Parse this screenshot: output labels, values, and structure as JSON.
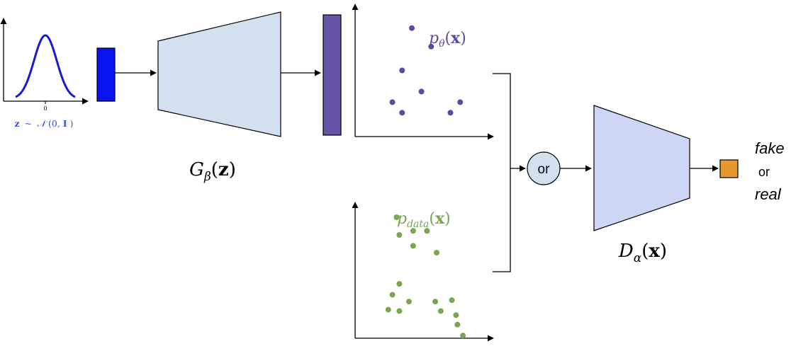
{
  "colors": {
    "noise_curve": "#1a1ad6",
    "latent_block": "#0a14f0",
    "generated_block": "#6652a6",
    "generated_points": "#5e4aa0",
    "real_points": "#7aa552",
    "generator_fill": "#d2e0ef",
    "discriminator_fill": "#cdd7f5",
    "or_node_fill": "#d2e0ef",
    "output_block": "#e8982c",
    "axis": "#000000",
    "prior_label": "#3a4ed0"
  },
  "prior_plot": {
    "tick_label": "0",
    "caption": {
      "bold_var": "z",
      "tilde": "~",
      "dist": "𝒩",
      "args_open": "(0, ",
      "bold_identity": "I",
      "args_close": ")"
    }
  },
  "generator": {
    "label_main": "G",
    "label_sub": "β",
    "label_arg_open": "(",
    "label_arg_var": "z",
    "label_arg_close": ")"
  },
  "generated_plot": {
    "label_main": "p",
    "label_sub": "θ",
    "label_arg_open": "(",
    "label_arg_var": "x",
    "label_arg_close": ")",
    "points": [
      {
        "x": 0.41,
        "y": 0.82
      },
      {
        "x": 0.55,
        "y": 0.68
      },
      {
        "x": 0.34,
        "y": 0.5
      },
      {
        "x": 0.48,
        "y": 0.34
      },
      {
        "x": 0.27,
        "y": 0.26
      },
      {
        "x": 0.34,
        "y": 0.18
      },
      {
        "x": 0.76,
        "y": 0.26
      },
      {
        "x": 0.69,
        "y": 0.18
      }
    ]
  },
  "real_plot": {
    "label_main": "p",
    "label_sub": "data",
    "label_arg_open": "(",
    "label_arg_var": "x",
    "label_arg_close": ")",
    "points": [
      {
        "x": 0.3,
        "y": 0.89
      },
      {
        "x": 0.42,
        "y": 0.79
      },
      {
        "x": 0.52,
        "y": 0.79
      },
      {
        "x": 0.32,
        "y": 0.76
      },
      {
        "x": 0.42,
        "y": 0.68
      },
      {
        "x": 0.59,
        "y": 0.63
      },
      {
        "x": 0.32,
        "y": 0.4
      },
      {
        "x": 0.27,
        "y": 0.32
      },
      {
        "x": 0.39,
        "y": 0.27
      },
      {
        "x": 0.24,
        "y": 0.21
      },
      {
        "x": 0.32,
        "y": 0.2
      },
      {
        "x": 0.58,
        "y": 0.27
      },
      {
        "x": 0.7,
        "y": 0.28
      },
      {
        "x": 0.62,
        "y": 0.2
      },
      {
        "x": 0.73,
        "y": 0.17
      },
      {
        "x": 0.74,
        "y": 0.1
      },
      {
        "x": 0.78,
        "y": 0.02
      }
    ]
  },
  "or_node": {
    "label": "or"
  },
  "discriminator": {
    "label_main": "D",
    "label_sub": "α",
    "label_arg_open": "(",
    "label_arg_var": "x",
    "label_arg_close": ")"
  },
  "output_labels": {
    "fake": "fake",
    "or": "or",
    "real": "real"
  }
}
